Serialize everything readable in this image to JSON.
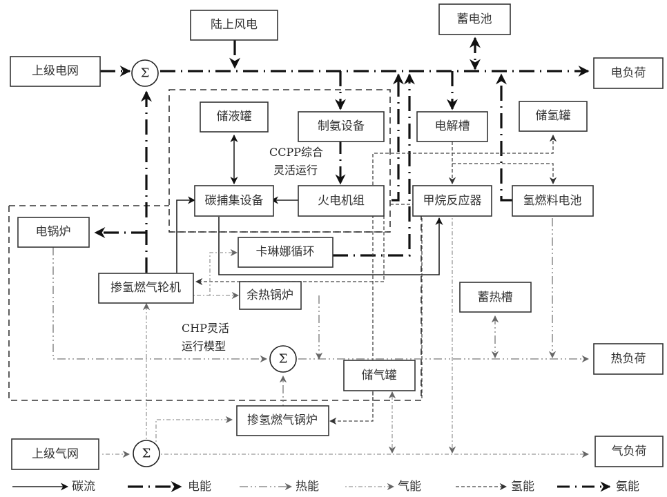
{
  "diagram": {
    "nodes": {
      "upper_grid": "上级电网",
      "onshore_wind": "陆上风电",
      "battery": "蓄电池",
      "electric_load": "电负荷",
      "liquid_tank": "储液罐",
      "ammonia_plant": "制氨设备",
      "electrolyzer": "电解槽",
      "h2_tank": "储氢罐",
      "carbon_capture": "碳捕集设备",
      "thermal_unit": "火电机组",
      "methane_reactor": "甲烷反应器",
      "h2_fuel_cell": "氢燃料电池",
      "electric_boiler": "电锅炉",
      "kalina_cycle": "卡琳娜循环",
      "h2_gas_turbine": "掺氢燃气轮机",
      "waste_heat_boiler": "余热锅炉",
      "heat_storage": "蓄热槽",
      "heat_load": "热负荷",
      "gas_storage": "储气罐",
      "h2_gas_boiler": "掺氢燃气锅炉",
      "upper_gas_grid": "上级气网",
      "gas_load": "气负荷"
    },
    "sum_symbol": "Σ",
    "annotations": {
      "ccpp_line1": "CCPP综合",
      "ccpp_line2": "灵活运行",
      "chp_line1": "CHP灵活",
      "chp_line2": "运行模型"
    },
    "legend": [
      {
        "key": "carbon",
        "label": "碳流"
      },
      {
        "key": "elec",
        "label": "电能"
      },
      {
        "key": "heat",
        "label": "热能"
      },
      {
        "key": "gas",
        "label": "气能"
      },
      {
        "key": "h2",
        "label": "氢能"
      },
      {
        "key": "nh3",
        "label": "氨能"
      }
    ]
  }
}
